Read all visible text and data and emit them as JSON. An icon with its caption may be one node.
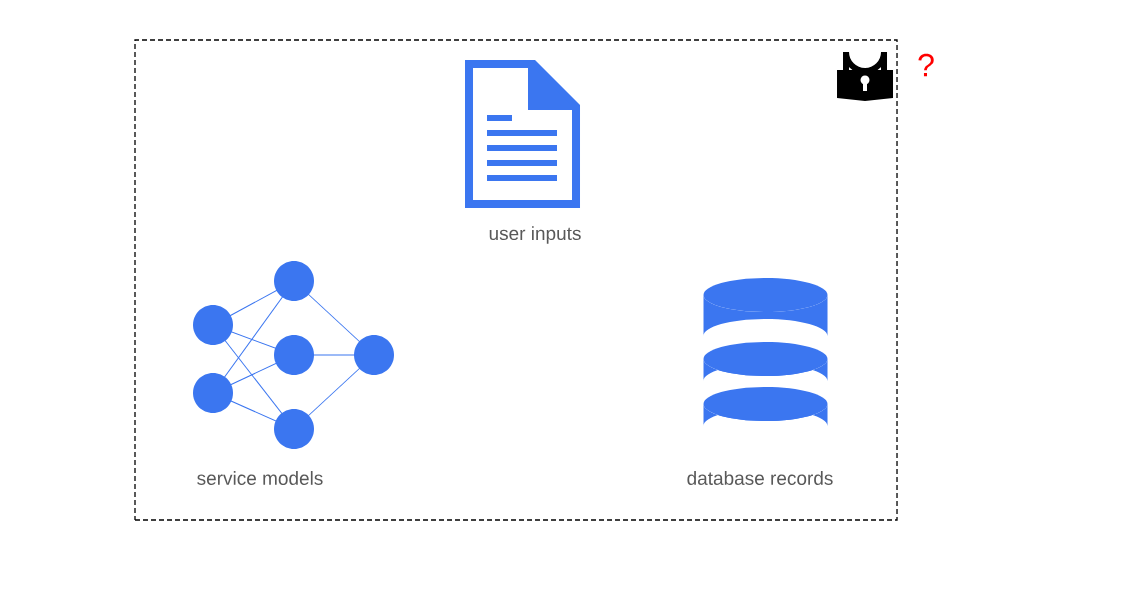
{
  "diagram": {
    "nodes": [
      {
        "text": [],
        "shape": "box"
      },
      {
        "text": [
          "user inputs"
        ],
        "in": 0
      },
      {
        "text": [
          "service models"
        ],
        "in": 0
      },
      {
        "text": [
          "database records"
        ],
        "in": 0
      }
    ],
    "labels": [
      "?"
    ]
  }
}
